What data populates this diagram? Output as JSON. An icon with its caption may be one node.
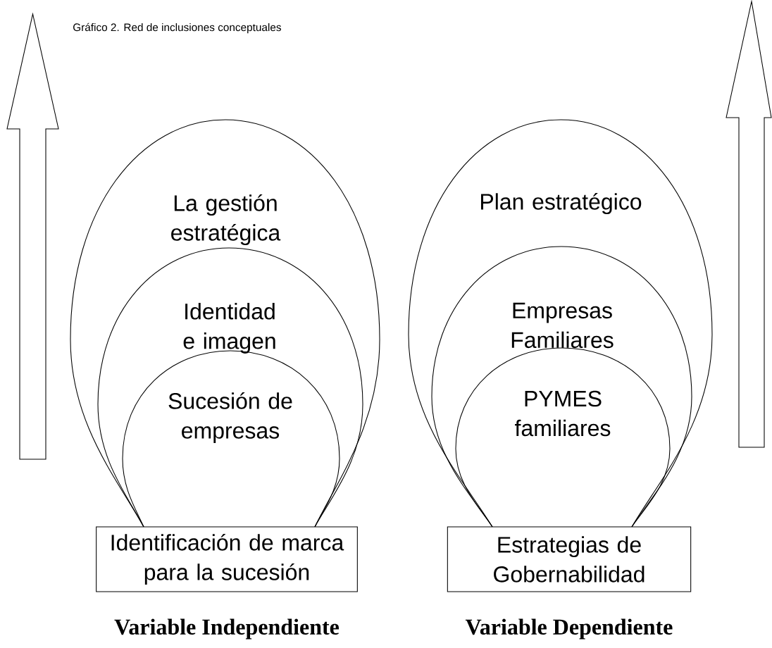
{
  "diagram": {
    "title": "Gráfico 2. Red de inclusiones conceptuales",
    "nodes": [
      {
        "text": [
          "La gestión estratégica"
        ]
      },
      {
        "text": [
          "Identidad e imagen"
        ],
        "in": 0
      },
      {
        "text": [
          "Sucesión de empresas"
        ],
        "in": 1
      },
      {
        "text": [
          "Identificación de marca para la sucesión"
        ],
        "beside": [
          "Variable Independiente"
        ]
      },
      {
        "text": [
          "Plan estratégico"
        ]
      },
      {
        "text": [
          "Empresas Familiares"
        ],
        "in": 4
      },
      {
        "text": [
          "PYMES familiares"
        ],
        "in": 5
      },
      {
        "text": [
          "Estrategias de Gobernabilidad"
        ],
        "beside": [
          "Variable Dependiente"
        ]
      }
    ]
  }
}
